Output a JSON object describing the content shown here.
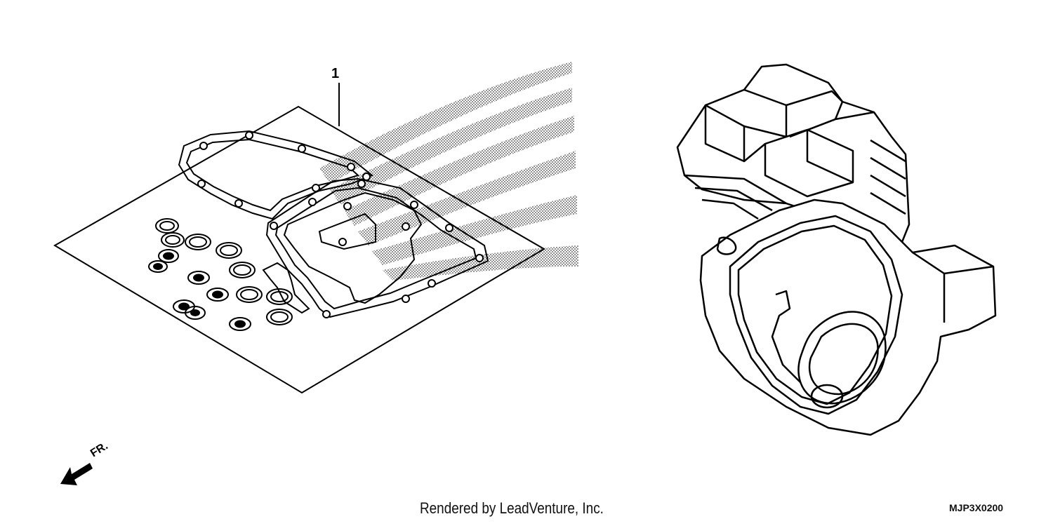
{
  "callout": {
    "number": "1"
  },
  "orientation": {
    "label": "FR."
  },
  "footer": {
    "credit": "Rendered by LeadVenture, Inc.",
    "diagram_code": "MJP3X0200"
  },
  "icons": [
    "front-direction-arrow-icon"
  ]
}
